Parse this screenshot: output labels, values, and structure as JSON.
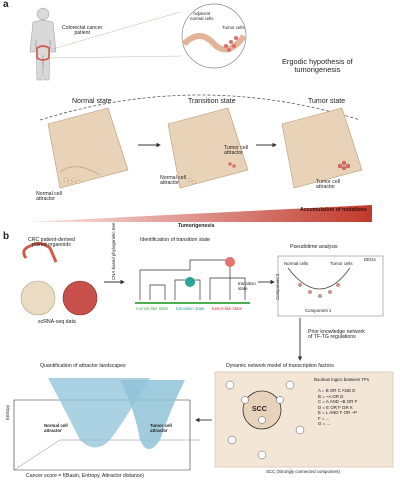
{
  "panel_a": {
    "letter": "a",
    "patient_label_1": "Colorectal cancer",
    "patient_label_2": "patient",
    "adjacent_label_1": "Adjacent",
    "adjacent_label_2": "normal cells",
    "tumor_cells_label": "Tumor cells",
    "hypothesis_1": "Ergodic hypothesis of",
    "hypothesis_2": "tumorigenesis",
    "states": [
      "Normal state",
      "Transition state",
      "Tumor state"
    ],
    "normal_attractor_1": "Normal cell",
    "normal_attractor_2": "attractor",
    "tumor_attractor_1": "Tumor cell",
    "tumor_attractor_2": "attractor",
    "tumorigenesis": "Tumorigenesis",
    "mutations": "Accumulation of mutations"
  },
  "panel_b": {
    "letter": "b",
    "organoids_1": "CRC patient-derived",
    "organoids_2": "paired organoids",
    "scrnaseq": "scRNA-seq data",
    "transition_title": "Identification of transition state",
    "tree_axis": "CNA-based phylogenetic tree",
    "transition_state_1": "transition",
    "transition_state_2": "state",
    "groups": [
      "normal-like state",
      "transition state",
      "tumor-like state"
    ],
    "pseudotime_title": "Pseudotime analysis",
    "normal_cells": "Normal cells",
    "tumor_cells": "Tumor cells",
    "component1": "Component 1",
    "component2": "Component 2",
    "degs": "DEGs",
    "prior_1": "Prior knowledge network",
    "prior_2": "of TF-TG regulations",
    "network_title": "Dynamic network model of transcription factors",
    "boolean_title": "Boolean logics between TFs",
    "logic_rules": [
      "A = B OR C AND D",
      "B = ~A OR D",
      "C = A AND ~B OR F",
      "D = E OR F OR K",
      "E = L AND F OR ~P",
      "F = ...",
      "G = ..."
    ],
    "scc": "SCC",
    "scc_caption": "SCC (Strongly connected component)",
    "landscape_title": "Quantification of attractor landscapes",
    "entropy": "Entropy",
    "normal_attr_1": "Normal cell",
    "normal_attr_2": "attractor",
    "tumor_attr_1": "Tumor cell",
    "tumor_attr_2": "attractor",
    "cancer_score": "Cancer score = f(Basin, Entropy, Attractor distance)"
  },
  "colors": {
    "accent_red": "#c0392b",
    "landscape_tan": "#e8d3b8",
    "landscape_blue": "#8fc3d8",
    "network_bg": "#f3e6d6",
    "normal_green": "#4caf50",
    "transition_teal": "#26a69a",
    "tumor_red": "#d32f2f"
  }
}
